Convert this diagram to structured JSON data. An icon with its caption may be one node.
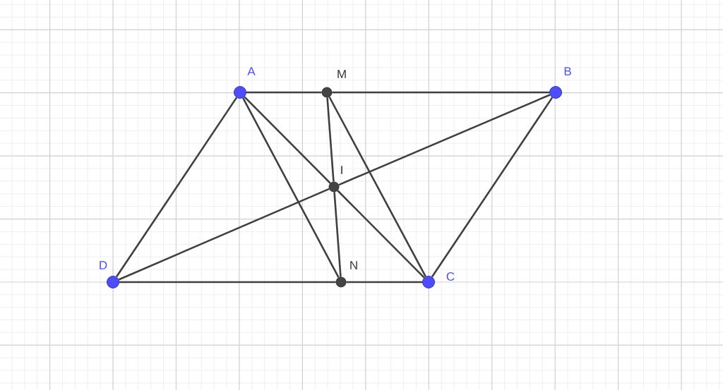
{
  "diagram": {
    "nodes": [
      {
        "text": [
          "A"
        ]
      },
      {
        "text": [
          "M"
        ]
      },
      {
        "text": [
          "B"
        ]
      },
      {
        "text": [
          "I"
        ]
      },
      {
        "text": [
          "D"
        ]
      },
      {
        "text": [
          "N"
        ]
      },
      {
        "text": [
          "C"
        ]
      }
    ],
    "edges": [
      {
        "from": 0,
        "to": 1,
        "arrow": "none"
      },
      {
        "from": 1,
        "to": 2,
        "arrow": "none"
      },
      {
        "from": 2,
        "to": 6,
        "arrow": "none"
      },
      {
        "from": 6,
        "to": 5,
        "arrow": "none"
      },
      {
        "from": 5,
        "to": 4,
        "arrow": "none"
      },
      {
        "from": 4,
        "to": 0,
        "arrow": "none"
      },
      {
        "from": 0,
        "to": 5,
        "arrow": "none"
      },
      {
        "from": 0,
        "to": 3,
        "arrow": "none"
      },
      {
        "from": 3,
        "to": 6,
        "arrow": "none"
      },
      {
        "from": 2,
        "to": 3,
        "arrow": "none"
      },
      {
        "from": 3,
        "to": 4,
        "arrow": "none"
      },
      {
        "from": 1,
        "to": 3,
        "arrow": "none"
      },
      {
        "from": 3,
        "to": 5,
        "arrow": "none"
      },
      {
        "from": 1,
        "to": 6,
        "arrow": "none"
      }
    ]
  }
}
